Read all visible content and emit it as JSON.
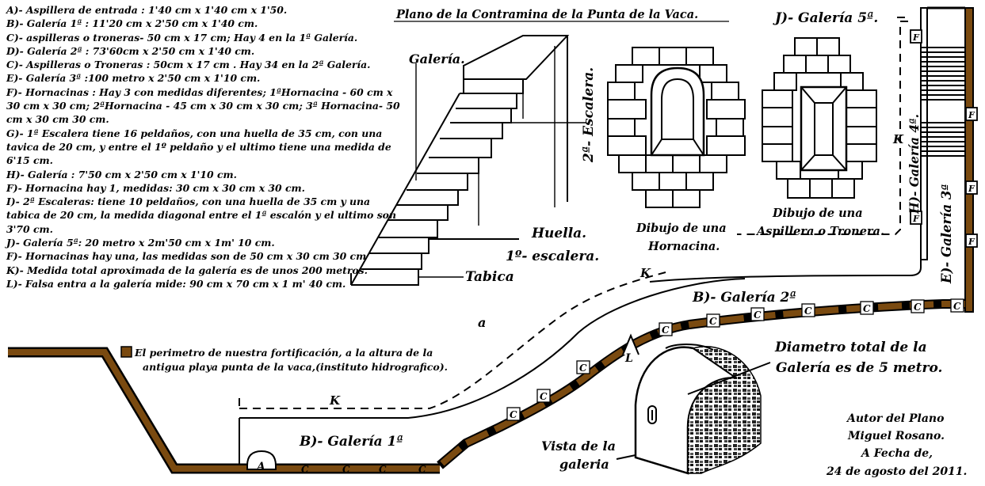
{
  "title": "Plano de la   Contramina   de la Punta de la Vaca.",
  "legend": [
    "A)- Aspillera de entrada : 1'40 cm x 1'40 cm x 1'50.",
    "B)- Galería 1ª : 11'20 cm x 2'50 cm x 1'40 cm.",
    "C)- aspilleras o troneras- 50 cm x 17 cm; Hay 4 en la 1ª Galería.",
    "D)- Galería 2ª : 73'60cm x 2'50 cm x 1'40 cm.",
    "C)- Aspilleras o Troneras : 50cm x 17 cm . Hay 34 en la 2ª Galería.",
    "E)- Galería 3ª :100 metro x 2'50 cm x 1'10 cm.",
    "F)- Hornacinas : Hay 3 con medidas diferentes; 1ªHornacina - 60 cm x 30 cm x 30 cm; 2ªHornacina - 45 cm x 30 cm x 30 cm; 3ª Hornacina- 50 cm x 30 cm 30 cm.",
    "G)- 1ª Escalera tiene 16 peldaños, con una huella de 35 cm, con una tavica de 20 cm, y entre el 1º peldaño y el ultimo tiene una medida de 6'15 cm.",
    "H)- Galería : 7'50 cm x 2'50 cm x 1'10 cm.",
    "F)- Hornacina hay 1, medidas: 30 cm x 30 cm x 30 cm.",
    "I)- 2ª Escaleras: tiene 10 peldaños, con una huella de 35 cm y una tabica de 20 cm, la medida diagonal entre el 1ª escalón y el ultimo son 3'70 cm.",
    "J)- Galería 5ª: 20 metro x 2m'50 cm x 1m' 10 cm.",
    "F)- Hornacinas hay una, las medidas son de 50 cm x 30 cm 30 cm",
    "K)- Medida total aproximada de la galería es de unos 200 metros.",
    "L)- Falsa entra a la galería mide: 90 cm x 70 cm x 1 m' 40 cm."
  ],
  "perimeter_note_line1": "El perimetro de nuestra fortificación, a la altura de la",
  "perimeter_note_line2": "antigua playa punta de la vaca,(instituto hidrografico).",
  "stair": {
    "galeria_label": "Galería.",
    "escalera2_label": "2ª- Escalera.",
    "huella_label": "Huella.",
    "escalera1_label": "1º- escalera.",
    "tabica_label": "Tabica"
  },
  "hornacina_caption_1": "Dibujo de una",
  "hornacina_caption_2": "Hornacina.",
  "aspillera_caption_1": "Dibujo de una",
  "aspillera_caption_2": "Aspillera o Tronera.",
  "galeria5_label": "J)- Galería 5ª.",
  "galeria4_label": "H)- Galería 4ª.",
  "galeria3_label": "E)- Galería 3ª",
  "galeria2_label": "B)- Galería 2ª",
  "galeria1_label": "B)- Galería 1ª",
  "k_label": "K",
  "a_label": "a",
  "l_label": "L",
  "entrance_label": "A",
  "c_label": "C",
  "f_label": "F",
  "diameter_line1": "Diametro total de la",
  "diameter_line2": "Galería es de 5 metro.",
  "vista_line1": "Vista de la",
  "vista_line2": "galeria",
  "author_lines": [
    "Autor del Plano",
    "Miguel Rosano.",
    "A Fecha de,",
    "24 de agosto del 2011."
  ],
  "colors": {
    "wall": "#7a4a10",
    "ink": "#000000"
  }
}
